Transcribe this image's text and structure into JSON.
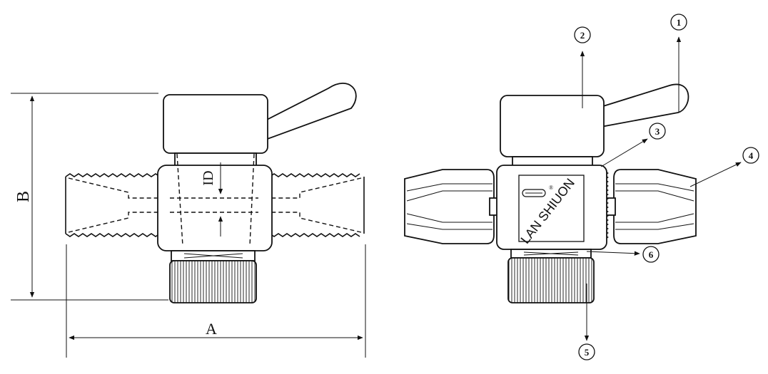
{
  "left_view": {
    "dim_A": "A",
    "dim_B": "B",
    "dim_ID": "ID"
  },
  "right_view": {
    "brand_text": "LAN SHIUON",
    "registered_mark": "®",
    "callouts": [
      "1",
      "2",
      "3",
      "4",
      "5",
      "6"
    ]
  },
  "colors": {
    "line": "#111111",
    "background": "#ffffff"
  },
  "icons": [
    "arrow-head",
    "knurled-knob",
    "threaded-tube",
    "hose-nut",
    "lever-handle"
  ]
}
